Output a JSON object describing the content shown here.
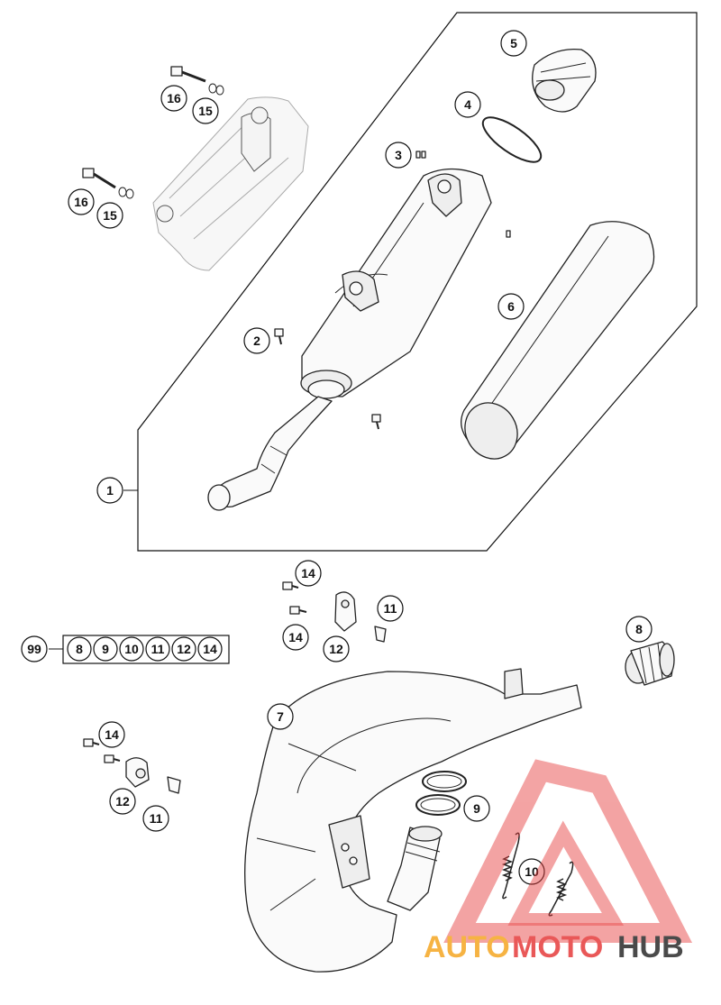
{
  "callouts": {
    "c1": "1",
    "c2": "2",
    "c3": "3",
    "c4": "4",
    "c5": "5",
    "c6": "6",
    "c7": "7",
    "c8": "8",
    "c9": "9",
    "c10": "10",
    "c11a": "11",
    "c11b": "11",
    "c12a": "12",
    "c12b": "12",
    "c14a": "14",
    "c14b": "14",
    "c14c": "14",
    "c15a": "15",
    "c15b": "15",
    "c16a": "16",
    "c16b": "16"
  },
  "kit": {
    "label": "99",
    "items": [
      "8",
      "9",
      "10",
      "11",
      "12",
      "14"
    ]
  },
  "watermark": {
    "part1": "AUTO",
    "part2": "MOTO",
    "part3": "HUB",
    "color_orange": "#f5a623",
    "color_red": "#e63b3b",
    "color_dark": "#2b2b2b"
  }
}
